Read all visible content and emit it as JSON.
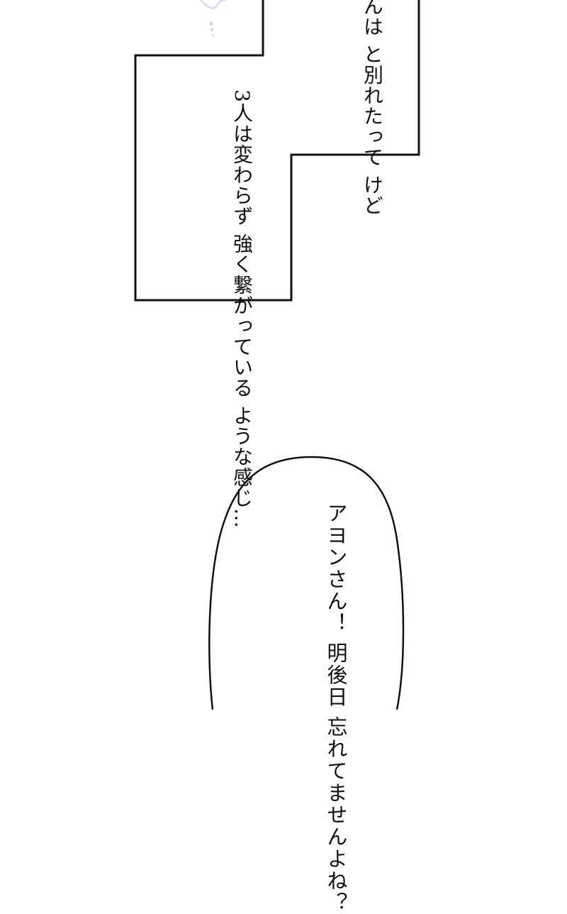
{
  "caption_top": {
    "lines": [
      "んは",
      "と別れたって",
      "けど"
    ]
  },
  "caption_middle": {
    "lines": [
      "3人は変わらず",
      "強く繋がっている",
      "ような感じ…"
    ]
  },
  "speech_bubble": {
    "lines": [
      "アヨンさん！",
      "明後日",
      "忘れてませんよね？"
    ]
  },
  "colors": {
    "ink": "#111111",
    "background": "#ffffff",
    "sparkle": "#c9c4ee"
  }
}
